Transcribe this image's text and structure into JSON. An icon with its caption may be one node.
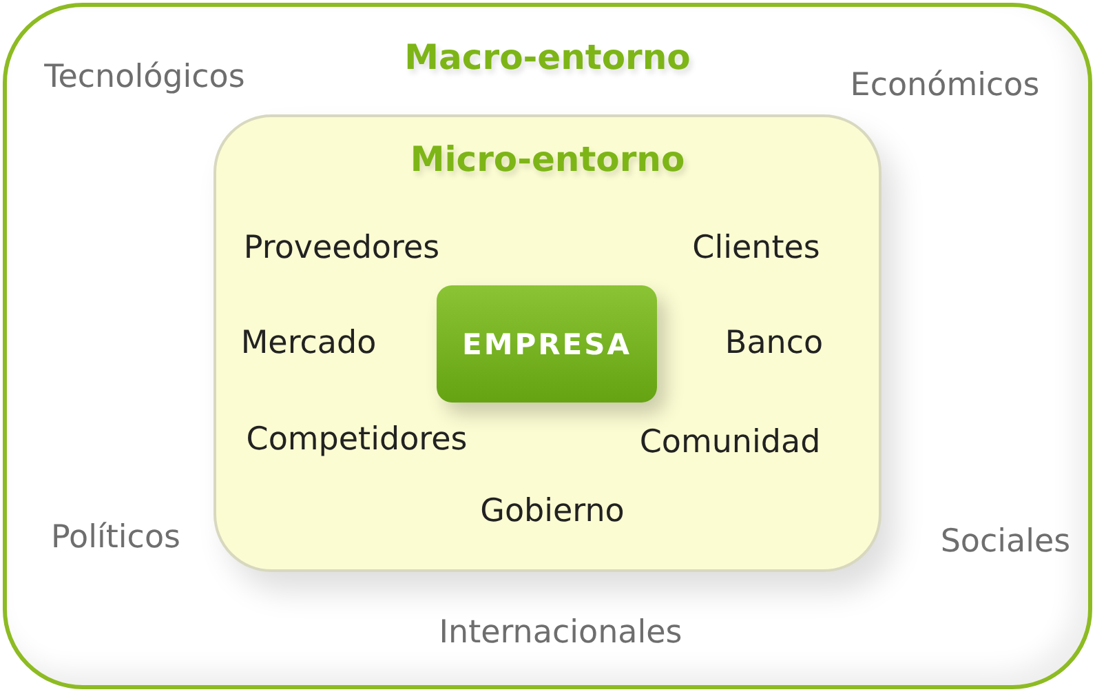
{
  "diagram": {
    "nodes": [
      {
        "text": [
          "Macro-entorno"
        ]
      },
      {
        "text": [
          "Micro-entorno"
        ],
        "in": 0
      },
      {
        "text": [
          "EMPRESA"
        ],
        "in": 1
      }
    ],
    "labels": [
      "Tecnológicos",
      "Económicos",
      "Proveedores",
      "Clientes",
      "Mercado",
      "Banco",
      "Competidores",
      "Comunidad",
      "Gobierno",
      "Políticos",
      "Sociales",
      "Internacionales"
    ]
  }
}
